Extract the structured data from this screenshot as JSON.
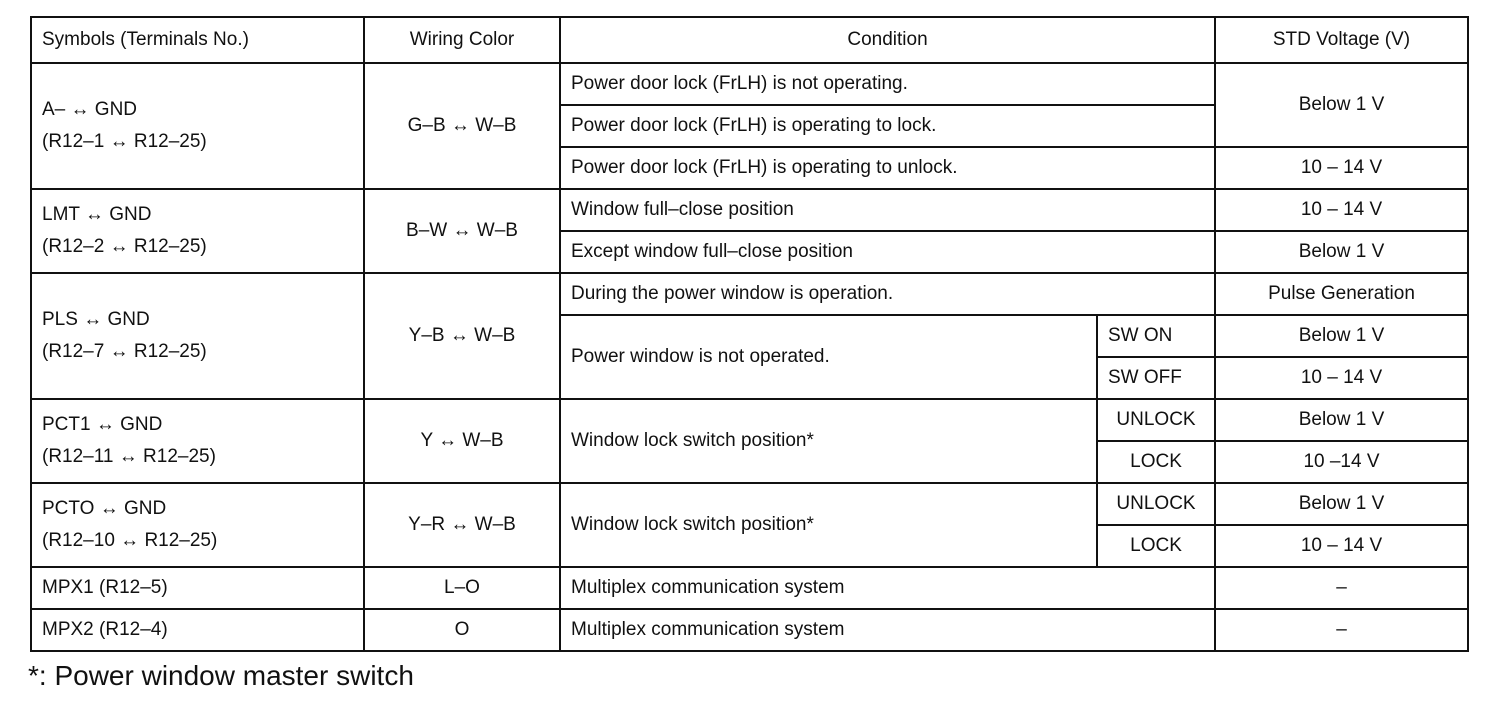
{
  "headers": {
    "symbols": "Symbols (Terminals No.)",
    "wiring": "Wiring Color",
    "condition": "Condition",
    "voltage": "STD Voltage (V)"
  },
  "groups": {
    "a": {
      "symbol": "A– ↔ GND",
      "terminals": "(R12–1 ↔ R12–25)",
      "wiring": "G–B ↔ W–B",
      "conditions": [
        "Power door lock (FrLH) is not operating.",
        "Power door lock (FrLH) is operating to lock.",
        "Power door lock (FrLH) is operating to unlock."
      ],
      "voltages": [
        "Below 1 V",
        "10 – 14 V"
      ]
    },
    "lmt": {
      "symbol": "LMT ↔ GND",
      "terminals": "(R12–2 ↔ R12–25)",
      "wiring": "B–W ↔ W–B",
      "conditions": [
        "Window full–close position",
        "Except window full–close position"
      ],
      "voltages": [
        "10 – 14 V",
        "Below 1 V"
      ]
    },
    "pls": {
      "symbol": "PLS ↔ GND",
      "terminals": "(R12–7 ↔ R12–25)",
      "wiring": "Y–B ↔ W–B",
      "conditions": [
        "During the power window is operation.",
        "Power window is not operated."
      ],
      "subs": [
        "SW ON",
        "SW OFF"
      ],
      "voltages": [
        "Pulse Generation",
        "Below 1 V",
        "10 – 14 V"
      ]
    },
    "pct1": {
      "symbol": "PCT1 ↔ GND",
      "terminals": "(R12–11 ↔ R12–25)",
      "wiring": "Y ↔ W–B",
      "condition": "Window lock switch position*",
      "subs": [
        "UNLOCK",
        "LOCK"
      ],
      "voltages": [
        "Below 1 V",
        "10 –14 V"
      ]
    },
    "pcto": {
      "symbol": "PCTO ↔ GND",
      "terminals": "(R12–10 ↔ R12–25)",
      "wiring": "Y–R ↔ W–B",
      "condition": "Window lock switch position*",
      "subs": [
        "UNLOCK",
        "LOCK"
      ],
      "voltages": [
        "Below 1 V",
        "10 – 14 V"
      ]
    },
    "mpx1": {
      "symbol": "MPX1 (R12–5)",
      "wiring": "L–O",
      "condition": "Multiplex communication system",
      "voltage": "–"
    },
    "mpx2": {
      "symbol": "MPX2 (R12–4)",
      "wiring": "O",
      "condition": "Multiplex communication system",
      "voltage": "–"
    }
  },
  "footnote": "*: Power window master switch"
}
